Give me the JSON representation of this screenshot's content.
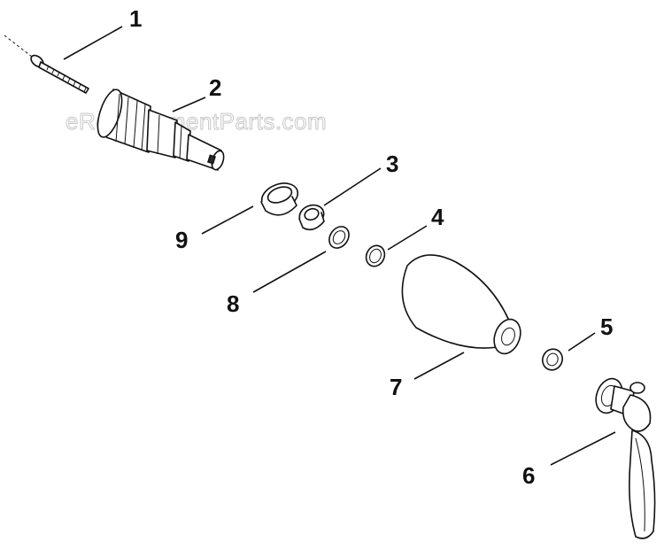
{
  "watermark": "eReplacementParts.com",
  "callouts": [
    "1",
    "2",
    "3",
    "4",
    "5",
    "6",
    "7",
    "8",
    "9"
  ],
  "parts": [
    {
      "ref": "1",
      "icon": "screw-icon"
    },
    {
      "ref": "2",
      "icon": "cartridge-icon"
    },
    {
      "ref": "3",
      "icon": "adapter-ring-icon"
    },
    {
      "ref": "4",
      "icon": "washer-icon"
    },
    {
      "ref": "5",
      "icon": "washer-icon"
    },
    {
      "ref": "6",
      "icon": "lever-handle-icon"
    },
    {
      "ref": "7",
      "icon": "escutcheon-icon"
    },
    {
      "ref": "8",
      "icon": "o-ring-icon"
    },
    {
      "ref": "9",
      "icon": "bushing-icon"
    }
  ]
}
